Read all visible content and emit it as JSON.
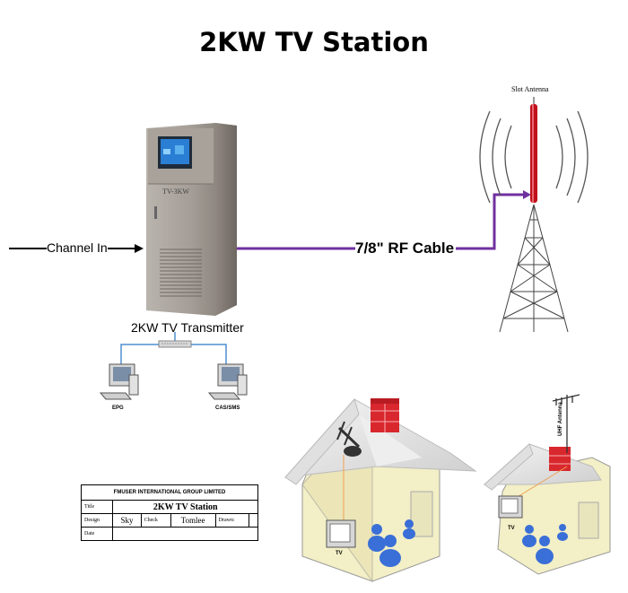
{
  "title": "2KW TV Station",
  "labels": {
    "channel_in": "Channel In",
    "rf_cable": "7/8\" RF Cable",
    "transmitter": "2KW TV Transmitter",
    "transmitter_brand": "TV-3KW",
    "slot_antenna": "Slot Antenna",
    "epg": "EPG",
    "cas_sms": "CAS/SMS",
    "tv_left": "TV",
    "tv_right": "TV",
    "uhf_antenna": "UHF Antenna"
  },
  "title_block": {
    "company": "FMUSER INTERNATIONAL GROUP LIMITED",
    "title_label": "Title",
    "title_value": "2KW TV Station",
    "design_label": "Design",
    "design_value": "Sky",
    "check_label": "Check",
    "check_value": "Tomlee",
    "drawn_label": "Drawn:",
    "drawn_value": "",
    "date_label": "Date",
    "date_value": ""
  },
  "colors": {
    "cable": "#7030a0",
    "antenna": "#c0101c",
    "roof_brick": "#d9272e",
    "house_wall": "#f3efc6",
    "people": "#3a6fd8",
    "network": "#4f8fd0"
  }
}
